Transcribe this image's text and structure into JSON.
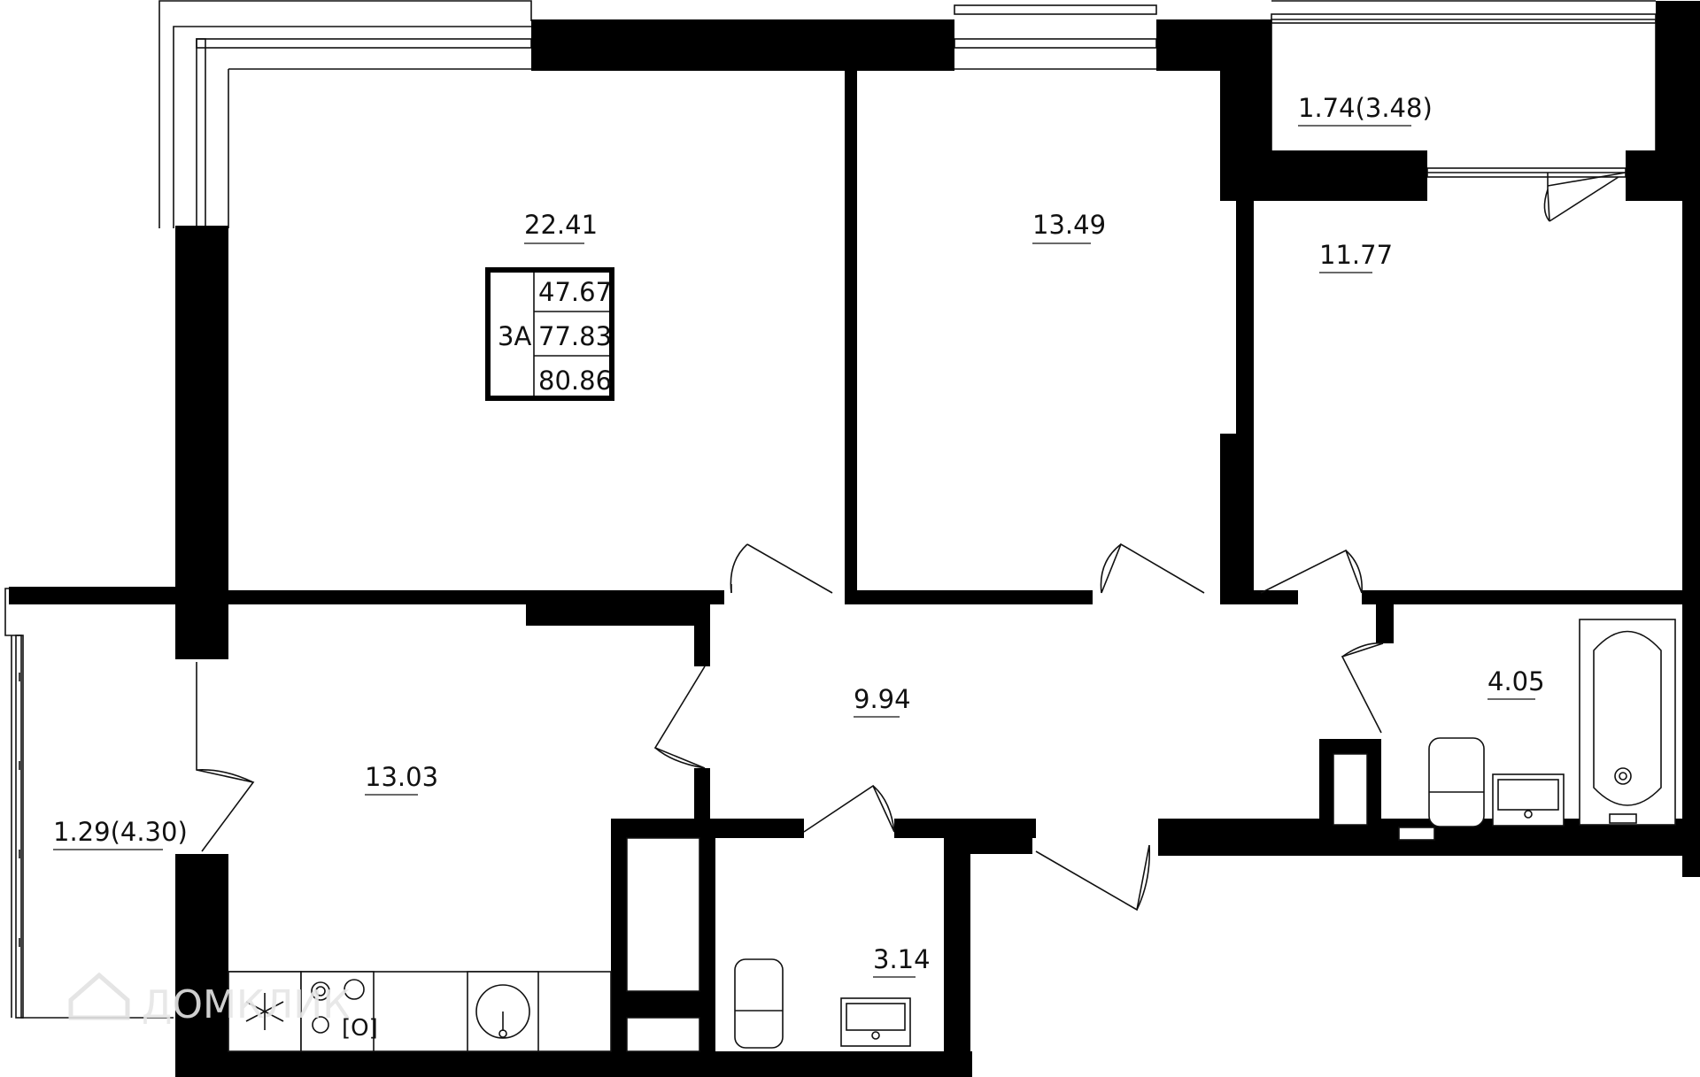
{
  "apartment": {
    "type_code": "3А",
    "living_area": "47.67",
    "total_area": "77.83",
    "total_area_with_balconies": "80.86"
  },
  "rooms": [
    {
      "id": "living-room",
      "area": "22.41"
    },
    {
      "id": "bedroom-middle",
      "area": "13.49"
    },
    {
      "id": "bedroom-right",
      "area": "11.77"
    },
    {
      "id": "balcony-top",
      "area": "1.74(3.48)"
    },
    {
      "id": "hallway",
      "area": "9.94"
    },
    {
      "id": "kitchen",
      "area": "13.03"
    },
    {
      "id": "bathroom",
      "area": "4.05"
    },
    {
      "id": "balcony-left",
      "area": "1.29(4.30)"
    },
    {
      "id": "toilet",
      "area": "3.14"
    }
  ],
  "watermark": "ДОМКЛИК",
  "colors": {
    "wall": "#000000",
    "line": "#111111",
    "background": "#ffffff"
  }
}
